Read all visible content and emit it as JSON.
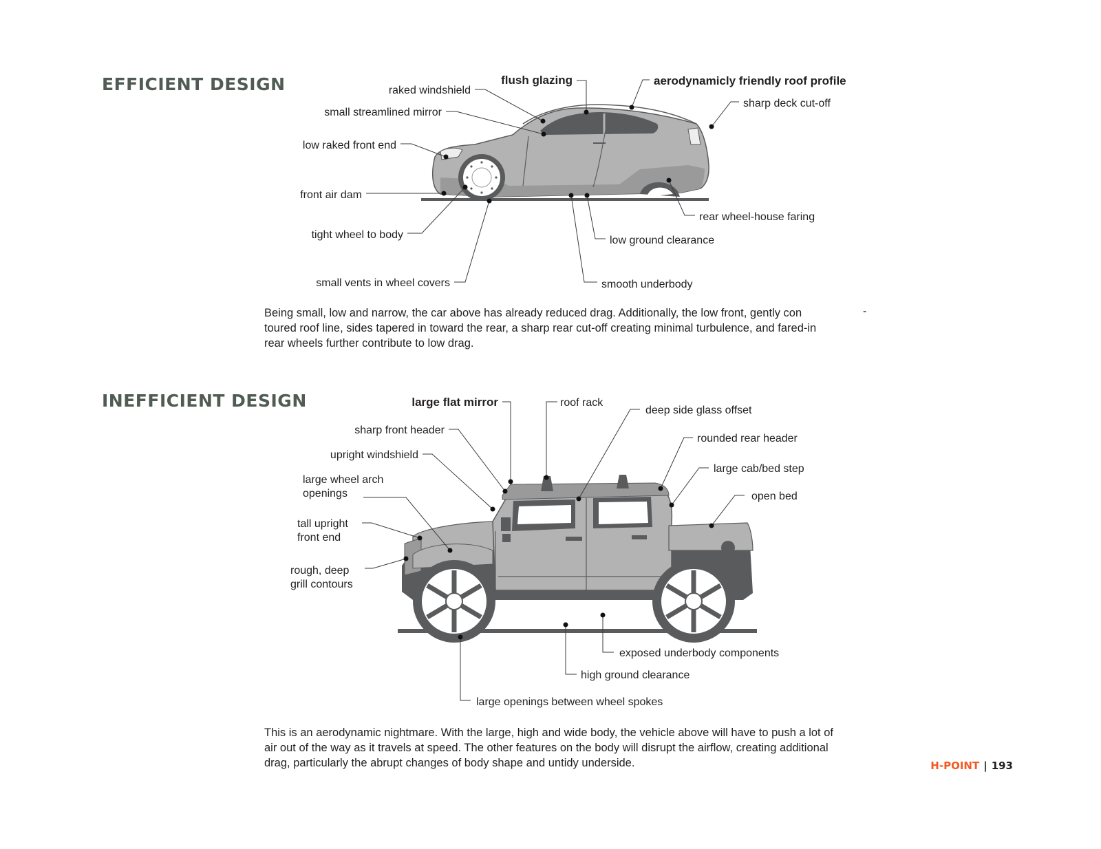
{
  "efficient": {
    "title": "EFFICIENT DESIGN",
    "labels": {
      "raked_windshield": "raked windshield",
      "flush_glazing": "flush glazing",
      "aero_roof": "aerodynamicly friendly roof profile",
      "sharp_deck": "sharp deck cut-off",
      "small_mirror": "small streamlined mirror",
      "low_front": "low raked front end",
      "front_air_dam": "front air dam",
      "tight_wheel": "tight wheel to body",
      "small_vents": "small vents in wheel covers",
      "rear_faring": "rear wheel-house faring",
      "low_clearance": "low ground clearance",
      "smooth_underbody": "smooth underbody"
    },
    "caption": [
      "Being small, low and narrow, the car above has already reduced drag. Additionally, the low front, gently con",
      "toured roof line, sides tapered in toward the rear, a sharp rear cut-off creating minimal turbulence, and fared-in",
      "rear wheels further contribute to low drag."
    ],
    "caption_hyphen": "-"
  },
  "inefficient": {
    "title": "INEFFICIENT DESIGN",
    "labels": {
      "large_mirror": "large flat mirror",
      "roof_rack": "roof rack",
      "deep_glass": "deep side glass offset",
      "sharp_header": "sharp front header",
      "rounded_header": "rounded rear header",
      "upright_windshield": "upright windshield",
      "cab_step": "large cab/bed step",
      "arch_1": "large wheel arch",
      "arch_2": "openings",
      "open_bed": "open bed",
      "tall_1": "tall upright",
      "tall_2": "front end",
      "rough_1": "rough, deep",
      "rough_2": "grill contours",
      "exposed": "exposed underbody components",
      "high_clearance": "high ground clearance",
      "spokes": "large openings between wheel spokes"
    },
    "caption": [
      "This is an aerodynamic nightmare. With the large, high and wide body, the vehicle above will have to push a lot of",
      "air out of the way as it travels at speed. The other features on the body will disrupt the airflow, creating additional",
      "drag, particularly the abrupt changes of body shape and untidy underside."
    ]
  },
  "footer": {
    "brand": "H-POINT",
    "separator": "|",
    "page": "193"
  },
  "colors": {
    "title": "#4f5b53",
    "brand": "#f15a24",
    "body_light": "#b3b3b3",
    "body_mid": "#9a9a9a",
    "body_dark": "#5a5b5d"
  }
}
